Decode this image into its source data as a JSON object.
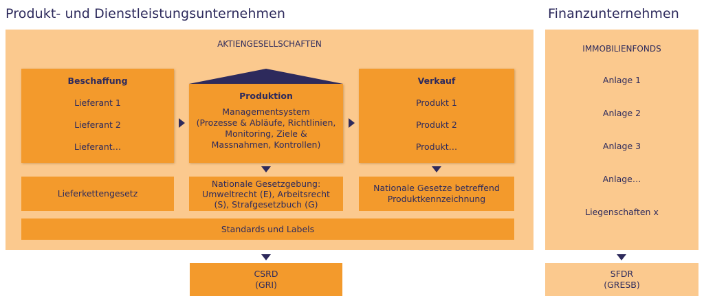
{
  "headings": {
    "left": "Produkt- und Dienstleistungsunternehmen",
    "right": "Finanzunternehmen"
  },
  "left_panel": {
    "title": "AKTIENGESELLSCHAFTEN",
    "beschaffung": {
      "title": "Beschaffung",
      "items": [
        "Lieferant 1",
        "Lieferant 2",
        "Lieferant…"
      ]
    },
    "produktion": {
      "title": "Produktion",
      "lines": [
        "Managementsystem",
        "(Prozesse & Abläufe, Richtlinien,",
        "Monitoring, Ziele &",
        "Massnahmen, Kontrollen)"
      ]
    },
    "verkauf": {
      "title": "Verkauf",
      "items": [
        "Produkt 1",
        "Produkt 2",
        "Produkt…"
      ]
    },
    "laws": {
      "lieferkettengesetz": "Lieferkettengesetz",
      "nationale_gesetzgebung": [
        "Nationale Gesetzgebung:",
        "Umweltrecht (E), Arbeitsrecht",
        "(S), Strafgesetzbuch (G)"
      ],
      "nationale_gesetze": [
        "Nationale Gesetze betreffend",
        "Produktkennzeichnung"
      ]
    },
    "standards": "Standards und Labels"
  },
  "right_panel": {
    "title": "IMMOBILIENFONDS",
    "items": [
      "Anlage 1",
      "Anlage 2",
      "Anlage 3",
      "Anlage…",
      "Liegenschaften x"
    ]
  },
  "outputs": {
    "csrd": [
      "CSRD",
      "(GRI)"
    ],
    "sfdr": [
      "SFDR",
      "(GRESB)"
    ]
  },
  "colors": {
    "panel": "#fbc98e",
    "box": "#f39a2c",
    "text_and_arrows": "#2d2a5c"
  }
}
